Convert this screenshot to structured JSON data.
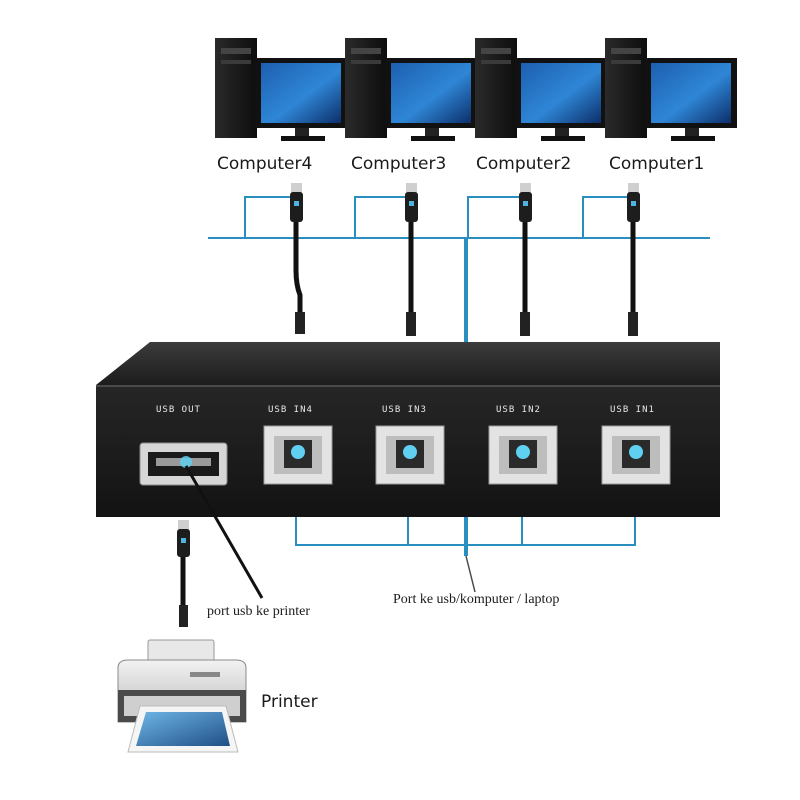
{
  "computers": [
    {
      "label": "Computer4"
    },
    {
      "label": "Computer3"
    },
    {
      "label": "Computer2"
    },
    {
      "label": "Computer1"
    }
  ],
  "switch_box": {
    "usb_out_label": "USB OUT",
    "usb_in_labels": [
      "USB IN4",
      "USB IN3",
      "USB IN2",
      "USB IN1"
    ]
  },
  "annotations": {
    "printer_port": "port usb ke printer",
    "computer_port": "Port ke usb/komputer / laptop",
    "printer": "Printer"
  },
  "colors": {
    "connector_line": "#2a8fc0",
    "device_body": "#1e1e1e",
    "port_glow": "#5fd0f0"
  }
}
